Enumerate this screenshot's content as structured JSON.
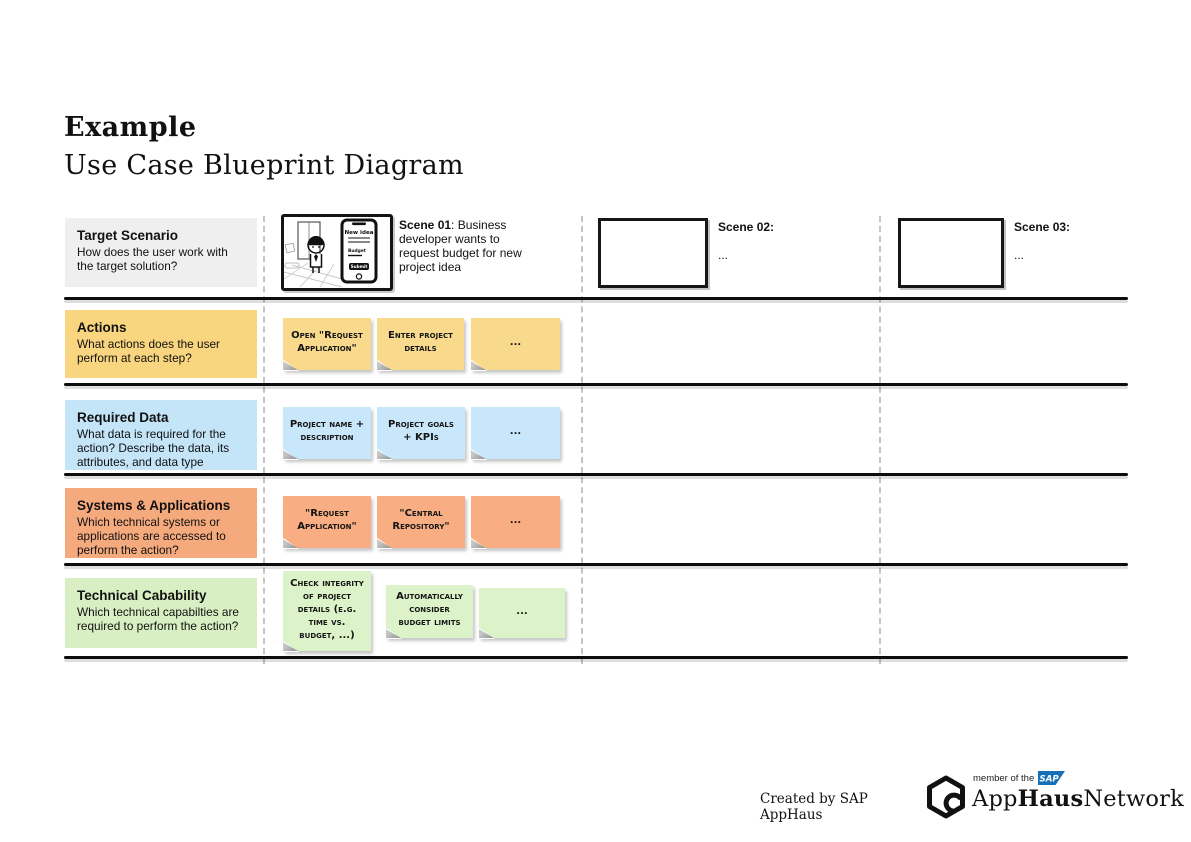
{
  "title": {
    "heading": "Example",
    "subheading": "Use Case Blueprint Diagram"
  },
  "rows": [
    {
      "label": "Target Scenario",
      "description": "How does the user work with the target solution?"
    },
    {
      "label": "Actions",
      "description": "What actions does the user perform at each step?",
      "notes": [
        "Open \"Request Application\"",
        "Enter project details",
        "..."
      ]
    },
    {
      "label": "Required Data",
      "description": "What data is required for the action? Describe the data, its attributes, and data type",
      "notes": [
        "Project name + description",
        "Project goals + KPIs",
        "..."
      ]
    },
    {
      "label": "Systems & Applications",
      "description": "Which technical systems or applications are accessed to perform the action?",
      "notes": [
        "\"Request Application\"",
        "\"Central Repository\"",
        "..."
      ]
    },
    {
      "label": "Technical Cabability",
      "description": "Which technical capabilties are required to perform the action?",
      "notes": [
        "Check integrity of project details (e.g. time vs. budget, ...)",
        "Automatically consider budget limits",
        "..."
      ]
    }
  ],
  "scenes": [
    {
      "label": "Scene 01",
      "rest": ": Business developer wants to request budget for new project idea"
    },
    {
      "label": "Scene 02:",
      "ellipsis": "..."
    },
    {
      "label": "Scene 03:",
      "ellipsis": "..."
    }
  ],
  "sketch": {
    "app_title": "New idea",
    "field_label": "Budget",
    "button_label": "Submit"
  },
  "footer": {
    "credit": "Created by SAP AppHaus",
    "member_text": "member of the",
    "sap_label": "SAP",
    "brand_app": "App",
    "brand_haus": "Haus",
    "brand_network": "Network"
  },
  "colors": {
    "row_target": "#efefef",
    "row_actions": "#f8d57e",
    "row_required": "#c4e4f8",
    "row_systems": "#f5aa7e",
    "row_technical": "#d8efc3",
    "sap_blue": "#1570b8"
  }
}
